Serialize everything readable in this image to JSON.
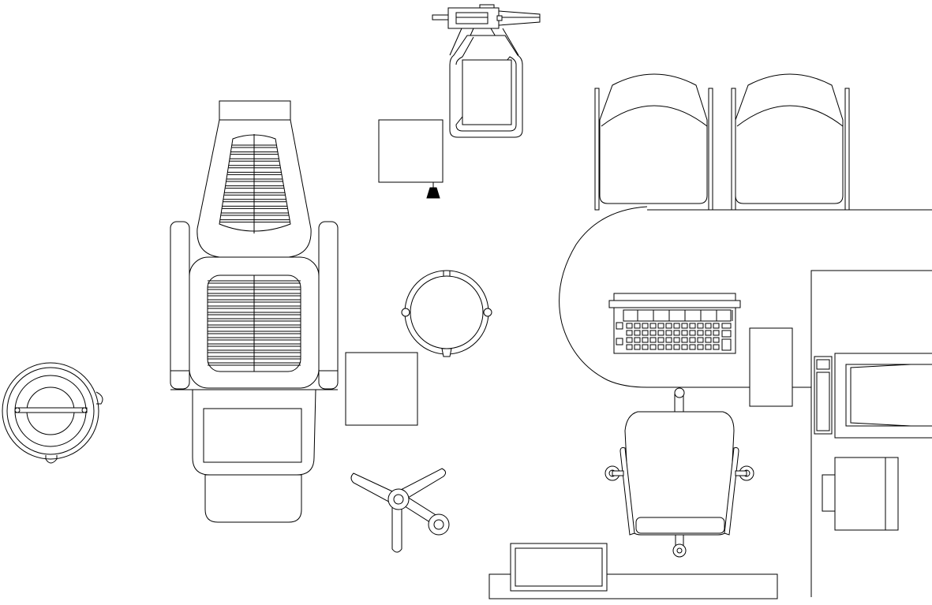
{
  "drawing": {
    "background": "#ffffff",
    "line_color": "#000000",
    "elements": [
      "dental-chair",
      "operating-light",
      "cuspidor-bowl",
      "dentist-stool",
      "assistant-stool",
      "instrument-cabinet",
      "side-table",
      "reception-counter",
      "keyboard",
      "office-chair",
      "waiting-seat",
      "waiting-seat",
      "filing-cabinet",
      "monitor",
      "printer",
      "waste-bin",
      "floor-mat"
    ]
  }
}
